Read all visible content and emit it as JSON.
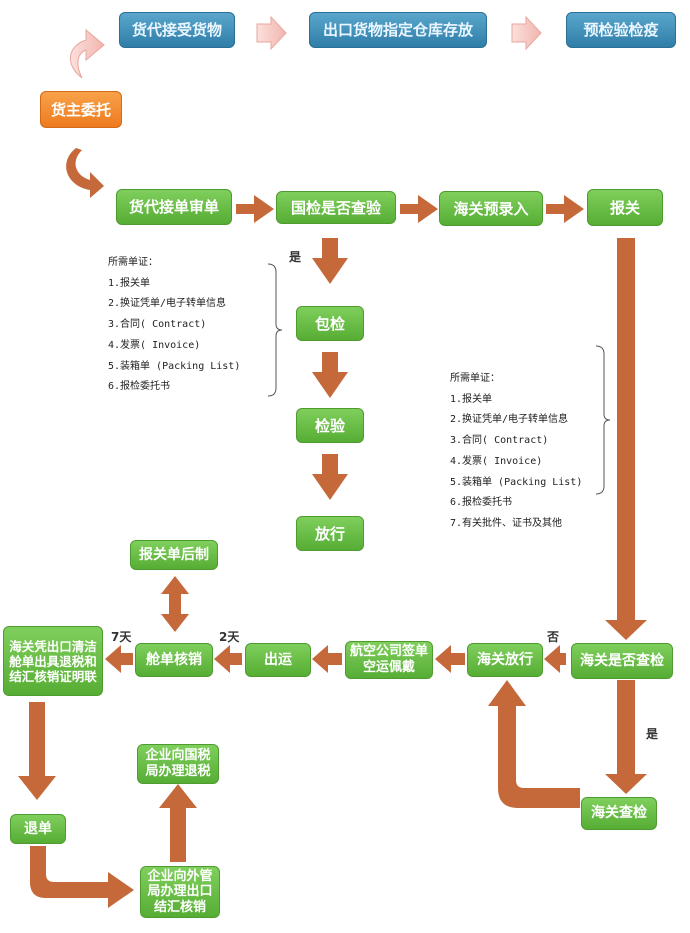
{
  "colors": {
    "arrow": "#c5683a",
    "pink_arrow": "#f5c2bd",
    "box_green": "#62b83d",
    "box_blue": "#3689b5",
    "box_orange": "#f08a2e"
  },
  "top_row": {
    "step1": "货代接受货物",
    "step2": "出口货物指定仓库存放",
    "step3": "预检验检疫"
  },
  "owner": "货主委托",
  "row2": {
    "review": "货代接单审单",
    "inspect_check": "国检是否查验",
    "preentry": "海关预录入",
    "declare": "报关"
  },
  "inspection": {
    "yes_label": "是",
    "pack": "包检",
    "check": "检验",
    "release": "放行"
  },
  "docs_left": {
    "title": "所需单证：",
    "items": [
      "1.报关单",
      "2.换证凭单/电子转单信息",
      "3.合同( Contract)",
      "4.发票( Invoice)",
      "5.装箱单 (Packing List)",
      "6.报检委托书"
    ]
  },
  "docs_right": {
    "title": "所需单证：",
    "items": [
      "1.报关单",
      "2.换证凭单/电子转单信息",
      "3.合同( Contract)",
      "4.发票( Invoice)",
      "5.装箱单 (Packing List)",
      "6.报检委托书",
      "7.有关批件、证书及其他"
    ]
  },
  "bottom_row": {
    "customs_inspect_q": "海关是否查检",
    "no_label": "否",
    "customs_release": "海关放行",
    "airline": "航空公司签单空运佩戴",
    "ship": "出运",
    "verify": "舱单核销",
    "certificate": "海关凭出口清洁舱单出具退税和结汇核销证明联",
    "days2": "2天",
    "days7": "7天",
    "post_doc": "报关单后制"
  },
  "customs_check": {
    "yes_label": "是",
    "check": "海关查检"
  },
  "final": {
    "refund_doc": "退单",
    "forex": "企业向外管局办理出口结汇核销",
    "tax": "企业向国税局办理退税"
  }
}
